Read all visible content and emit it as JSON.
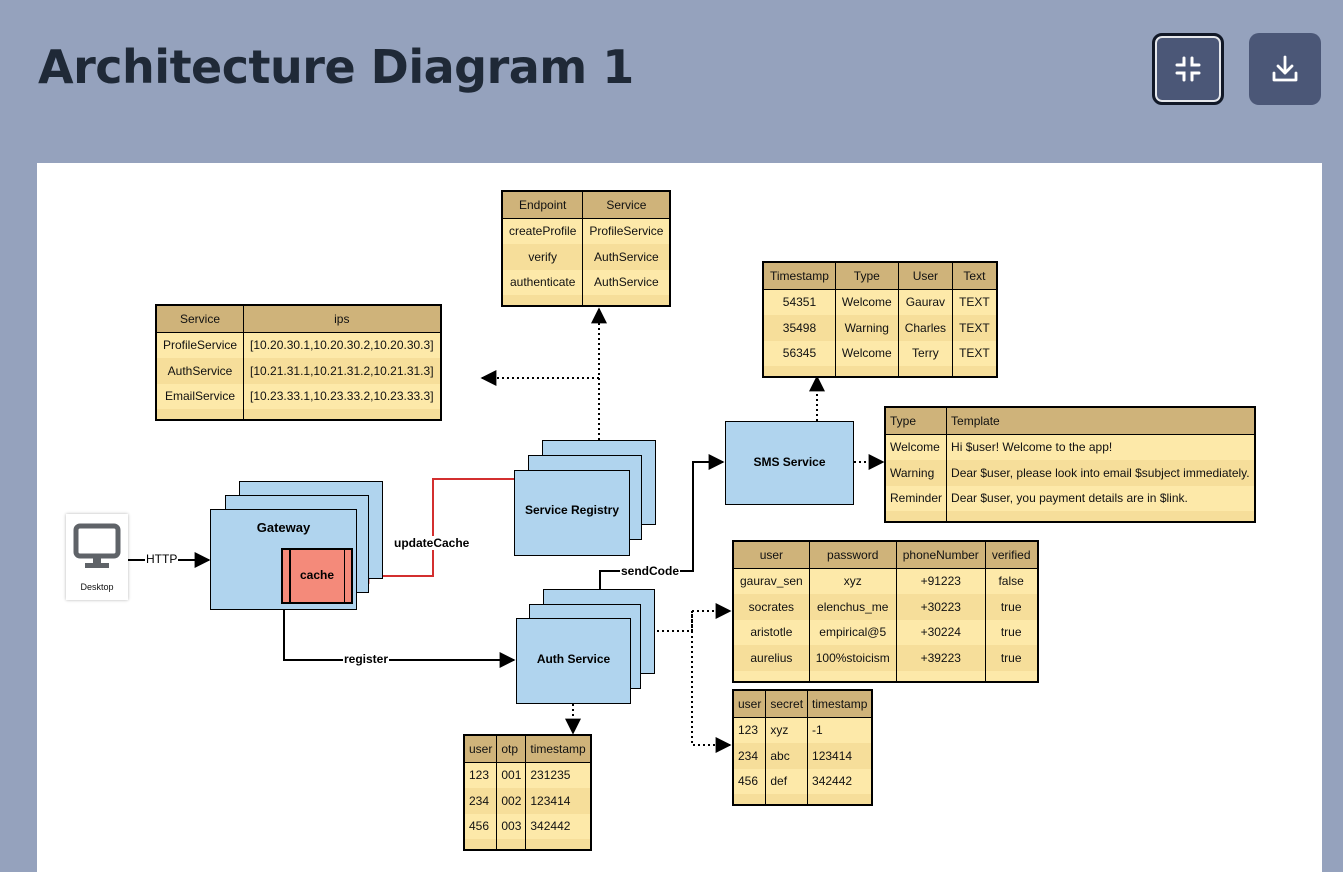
{
  "header": {
    "title": "Architecture Diagram 1",
    "collapse_icon": "collapse-icon",
    "download_icon": "download-icon"
  },
  "nodes": {
    "desktop": "Desktop",
    "gateway": "Gateway",
    "cache": "cache",
    "service_registry": "Service Registry",
    "auth_service": "Auth Service",
    "sms_service": "SMS Service"
  },
  "edges": {
    "http": "HTTP",
    "update_cache": "updateCache",
    "register": "register",
    "send_code": "sendCode"
  },
  "tables": {
    "endpoints": {
      "headers": [
        "Endpoint",
        "Service"
      ],
      "rows": [
        [
          "createProfile",
          "ProfileService"
        ],
        [
          "verify",
          "AuthService"
        ],
        [
          "authenticate",
          "AuthService"
        ]
      ]
    },
    "registry": {
      "headers": [
        "Service",
        "ips"
      ],
      "rows": [
        [
          "ProfileService",
          "[10.20.30.1,10.20.30.2,10.20.30.3]"
        ],
        [
          "AuthService",
          "[10.21.31.1,10.21.31.2,10.21.31.3]"
        ],
        [
          "EmailService",
          "[10.23.33.1,10.23.33.2,10.23.33.3]"
        ]
      ]
    },
    "sms_log": {
      "headers": [
        "Timestamp",
        "Type",
        "User",
        "Text"
      ],
      "rows": [
        [
          "54351",
          "Welcome",
          "Gaurav",
          "TEXT"
        ],
        [
          "35498",
          "Warning",
          "Charles",
          "TEXT"
        ],
        [
          "56345",
          "Welcome",
          "Terry",
          "TEXT"
        ]
      ]
    },
    "templates": {
      "headers": [
        "Type",
        "Template"
      ],
      "rows": [
        [
          "Welcome",
          "Hi $user! Welcome to the app!"
        ],
        [
          "Warning",
          "Dear $user, please look into email $subject immediately."
        ],
        [
          "Reminder",
          "Dear $user, you payment details are in $link."
        ]
      ]
    },
    "users": {
      "headers": [
        "user",
        "password",
        "phoneNumber",
        "verified"
      ],
      "rows": [
        [
          "gaurav_sen",
          "xyz",
          "+91223",
          "false"
        ],
        [
          "socrates",
          "elenchus_me",
          "+30223",
          "true"
        ],
        [
          "aristotle",
          "empirical@5",
          "+30224",
          "true"
        ],
        [
          "aurelius",
          "100%stoicism",
          "+39223",
          "true"
        ]
      ]
    },
    "secrets": {
      "headers": [
        "user",
        "secret",
        "timestamp"
      ],
      "rows": [
        [
          "123",
          "xyz",
          "-1"
        ],
        [
          "234",
          "abc",
          "123414"
        ],
        [
          "456",
          "def",
          "342442"
        ]
      ]
    },
    "otp": {
      "headers": [
        "user",
        "otp",
        "timestamp"
      ],
      "rows": [
        [
          "123",
          "001",
          "231235"
        ],
        [
          "234",
          "002",
          "123414"
        ],
        [
          "456",
          "003",
          "342442"
        ]
      ]
    }
  }
}
